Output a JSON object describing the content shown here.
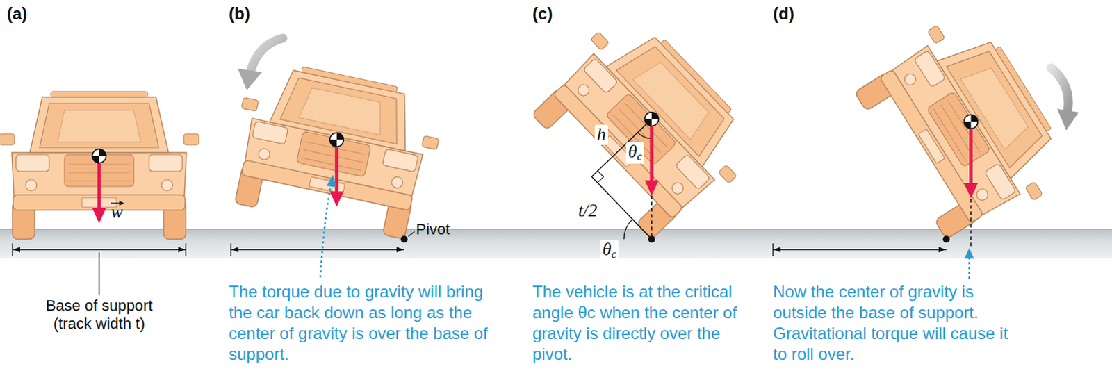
{
  "diagram": {
    "labels": [
      "(a)",
      "(b)",
      "(c)",
      "(d)",
      "w",
      "Base of support (track width t)",
      "Pivot",
      "h",
      "θc",
      "t/2",
      "θc",
      "The torque due to gravity will bring the car back down as long as the center of gravity is over the base of support.",
      "The vehicle is at the critical angle θc when the center of gravity is directly over the pivot.",
      "Now the center of gravity is outside the base of support. Gravitational torque will cause it to roll over."
    ]
  }
}
